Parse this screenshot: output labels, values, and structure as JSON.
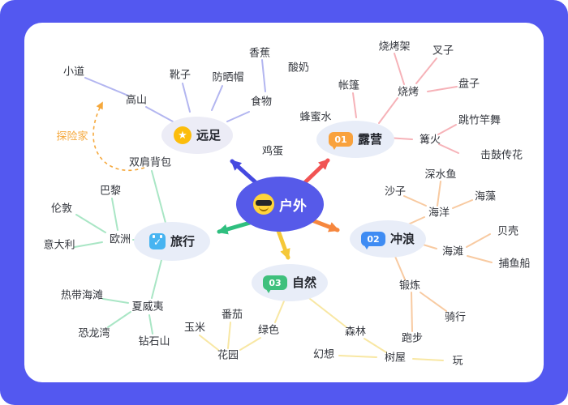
{
  "app": {
    "frame_color": "#5358f0",
    "canvas_color": "#ffffff"
  },
  "root": {
    "label": "户外",
    "emoji": "😎",
    "fill": "#565ae9"
  },
  "branches": [
    {
      "name": "hiking",
      "label": "远足",
      "icon": "star-icon",
      "line_color": "#b3b6f0",
      "arrow_color": "#4549e0",
      "children": [
        {
          "label": "高山",
          "children": [
            {
              "label": "小道"
            }
          ]
        },
        {
          "label": "靴子"
        },
        {
          "label": "防晒帽"
        },
        {
          "label": "食物",
          "children": [
            {
              "label": "香蕉"
            }
          ]
        }
      ]
    },
    {
      "name": "camping",
      "label": "露营",
      "badge": "01",
      "badge_color": "#f9a23d",
      "line_color": "#f6b2b8",
      "arrow_color": "#f15353",
      "children": [
        {
          "label": "帐篷"
        },
        {
          "label": "烧烤",
          "children": [
            {
              "label": "烧烤架"
            },
            {
              "label": "叉子"
            },
            {
              "label": "盘子"
            }
          ]
        },
        {
          "label": "篝火",
          "children": [
            {
              "label": "跳竹竿舞"
            },
            {
              "label": "击鼓传花"
            }
          ]
        }
      ]
    },
    {
      "name": "surfing",
      "label": "冲浪",
      "badge": "02",
      "badge_color": "#3f8cf3",
      "line_color": "#f8caa1",
      "arrow_color": "#f6873e",
      "children": [
        {
          "label": "海洋",
          "children": [
            {
              "label": "沙子"
            },
            {
              "label": "深水鱼"
            },
            {
              "label": "海藻"
            }
          ]
        },
        {
          "label": "海滩",
          "children": [
            {
              "label": "贝壳"
            },
            {
              "label": "捕鱼船"
            }
          ]
        },
        {
          "label": "锻炼",
          "children": [
            {
              "label": "骑行"
            },
            {
              "label": "跑步"
            }
          ]
        }
      ]
    },
    {
      "name": "nature",
      "label": "自然",
      "badge": "03",
      "badge_color": "#3fc07d",
      "line_color": "#f8e7a3",
      "arrow_color": "#f5c838",
      "children": [
        {
          "label": "绿色",
          "children": [
            {
              "label": "花园",
              "children": [
                {
                  "label": "玉米"
                },
                {
                  "label": "番茄"
                }
              ]
            }
          ]
        },
        {
          "label": "森林",
          "children": [
            {
              "label": "树屋",
              "children": [
                {
                  "label": "幻想"
                },
                {
                  "label": "玩"
                }
              ]
            }
          ]
        }
      ]
    },
    {
      "name": "travel",
      "label": "旅行",
      "icon": "calendar-check-icon",
      "line_color": "#a9e6c5",
      "arrow_color": "#2fbf7f",
      "children": [
        {
          "label": "双肩背包"
        },
        {
          "label": "欧洲",
          "children": [
            {
              "label": "伦敦"
            },
            {
              "label": "巴黎"
            },
            {
              "label": "意大利"
            }
          ]
        },
        {
          "label": "夏威夷",
          "children": [
            {
              "label": "热带海滩"
            },
            {
              "label": "恐龙湾"
            },
            {
              "label": "钻石山"
            }
          ]
        }
      ]
    }
  ],
  "floating_labels": [
    {
      "label": "酸奶"
    },
    {
      "label": "蜂蜜水"
    },
    {
      "label": "鸡蛋"
    }
  ],
  "relationship": {
    "label": "探险家",
    "color": "#f5a83c"
  }
}
